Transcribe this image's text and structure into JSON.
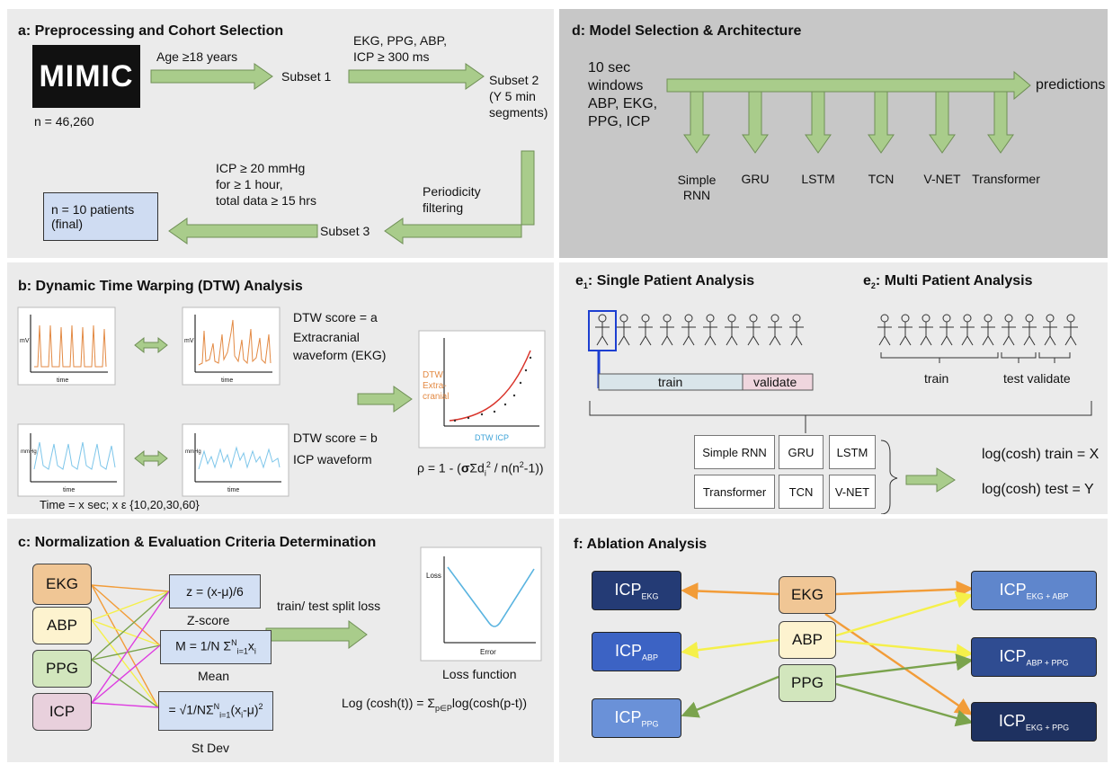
{
  "panel_a": {
    "title": "a: Preprocessing and Cohort Selection",
    "logo": "MIMIC",
    "n_total": "n = 46,260",
    "arrow1_label": "Age ≥18 years",
    "subset1": "Subset 1",
    "arrow2_label_l1": "EKG, PPG, ABP,",
    "arrow2_label_l2": "ICP ≥ 300 ms",
    "subset2_l1": "Subset 2",
    "subset2_l2": "(Y 5 min",
    "subset2_l3": "segments)",
    "periodicity_l1": "Periodicity",
    "periodicity_l2": "filtering",
    "subset3": "Subset 3",
    "criteria_l1": "ICP ≥ 20 mmHg",
    "criteria_l2": "for ≥ 1 hour,",
    "criteria_l3": "total data ≥ 15 hrs",
    "final_l1": "n = 10 patients",
    "final_l2": "(final)"
  },
  "panel_b": {
    "title": "b: Dynamic Time Warping (DTW) Analysis",
    "ekg_ylabel": "mV",
    "icp_ylabel": "mmHg",
    "xlabel": "time",
    "score_a": "DTW score = a",
    "extracranial_l1": "Extracranial",
    "extracranial_l2": "waveform (EKG)",
    "score_b": "DTW score = b",
    "icp_waveform": "ICP waveform",
    "time_note": "Time = x sec; x ε {10,20,30,60}",
    "plot_ylabel_l1": "DTW",
    "plot_ylabel_l2": "Extra-",
    "plot_ylabel_l3": "cranial",
    "plot_xlabel": "DTW ICP",
    "rho_prefix": "ρ = 1 - (",
    "rho_sigma": "σ",
    "rho_sum": "Σd",
    "rho_sub": "i",
    "rho_sup": "2",
    "rho_mid": " / n(n",
    "rho_sup2": "2",
    "rho_end": "-1))"
  },
  "panel_c": {
    "title": "c: Normalization & Evaluation Criteria Determination",
    "signals": [
      "EKG",
      "ABP",
      "PPG",
      "ICP"
    ],
    "zscore_formula": "z = (x-μ)/6",
    "zscore_label": "Z-score",
    "mean_formula_a": "M = 1/N Σ",
    "mean_formula_sup": "N",
    "mean_formula_sub": "i=1",
    "mean_formula_b": "x",
    "mean_formula_c": "i",
    "mean_label": "Mean",
    "sd_formula_a": "= √1/NΣ",
    "sd_formula_sup": "N",
    "sd_formula_sub": "i=1",
    "sd_formula_b": "(x",
    "sd_formula_c": "i",
    "sd_formula_d": "-μ)",
    "sd_formula_e": "2",
    "sd_label": "St Dev",
    "split_label": "train/ test split loss",
    "loss_ylabel": "Loss",
    "loss_xlabel": "Error",
    "loss_caption": "Loss function",
    "logcosh_a": "Log (cosh(t)) = Σ",
    "logcosh_sub": "p∈P",
    "logcosh_b": "log(cosh(p-t))"
  },
  "panel_d": {
    "title": "d: Model Selection & Architecture",
    "input_l1": "10 sec",
    "input_l2": "windows",
    "input_l3": "ABP,  EKG,",
    "input_l4": "PPG, ICP",
    "output": "predictions",
    "models": [
      "Simple\nRNN",
      "GRU",
      "LSTM",
      "TCN",
      "V-NET",
      "Transformer"
    ]
  },
  "panel_e": {
    "title1_a": "e",
    "title1_sub": "1",
    "title1_b": ": Single Patient Analysis",
    "title2_a": "e",
    "title2_sub": "2",
    "title2_b": ": Multi Patient Analysis",
    "train": "train",
    "validate": "validate",
    "train2": "train",
    "test_validate": "test validate",
    "models": [
      "Simple RNN",
      "GRU",
      "LSTM",
      "Transformer",
      "TCN",
      "V-NET"
    ],
    "result1": "log(cosh) train = X",
    "result2": "log(cosh) test = Y"
  },
  "panel_f": {
    "title": "f: Ablation Analysis",
    "icp": "ICP",
    "left_subs": [
      "EKG",
      "ABP",
      "PPG"
    ],
    "signals": [
      "EKG",
      "ABP",
      "PPG"
    ],
    "right_subs": [
      "EKG + ABP",
      "ABP + PPG",
      "EKG + PPG"
    ]
  },
  "colors": {
    "panel_bg": "#ebebeb",
    "panel_d_bg": "#c7c7c7",
    "arrow_green": "#a9cc8b",
    "arrow_green_stroke": "#6f8f56",
    "final_box": "#cfdcf2",
    "ekg": "#f0c695",
    "abp": "#fdf3cf",
    "ppg": "#d2e6bd",
    "icp": "#e8d0dc",
    "formula_box": "#d3e0f4",
    "orange": "#f29c38",
    "yellow": "#f5f04a",
    "green": "#7aa34d",
    "magenta": "#dd3de0",
    "navy": "#243b75"
  }
}
